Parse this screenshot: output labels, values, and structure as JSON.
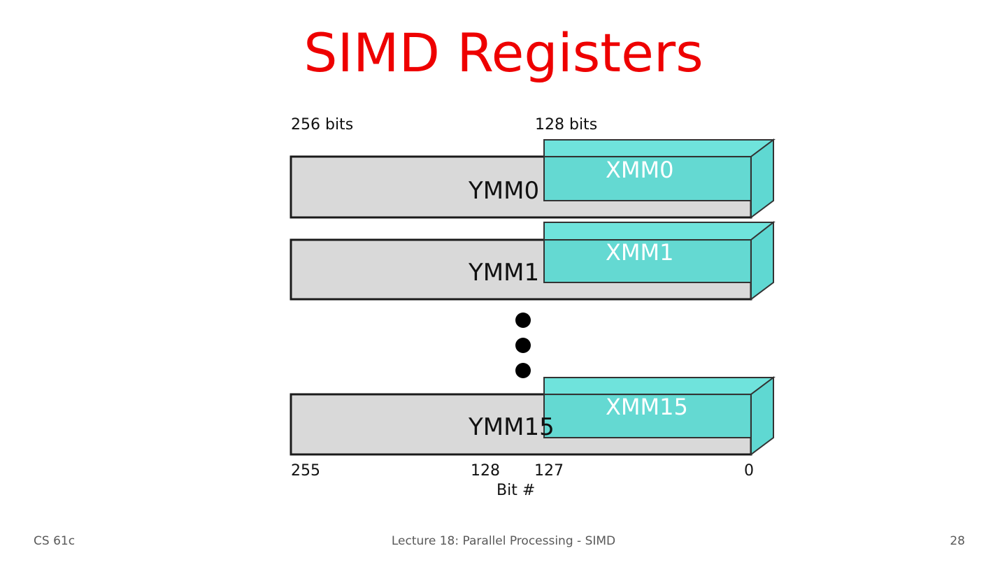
{
  "slide": {
    "title": "SIMD Registers"
  },
  "diagram": {
    "labels": {
      "top_left": "256 bits",
      "top_right": "128 bits",
      "bit_axis": "Bit #"
    },
    "bit_positions": [
      "255",
      "128",
      "127",
      "0"
    ],
    "registers": [
      {
        "ymm": "YMM0",
        "xmm": "XMM0"
      },
      {
        "ymm": "YMM1",
        "xmm": "XMM1"
      },
      {
        "ymm": "YMM15",
        "xmm": "XMM15"
      }
    ],
    "colors": {
      "ymm_fill": "#d9d9d9",
      "xmm_fill": "#4fd8d0",
      "outline": "#1a1a1a"
    }
  },
  "footer": {
    "course": "CS 61c",
    "lecture": "Lecture 18: Parallel Processing - SIMD",
    "page_number": "28"
  }
}
